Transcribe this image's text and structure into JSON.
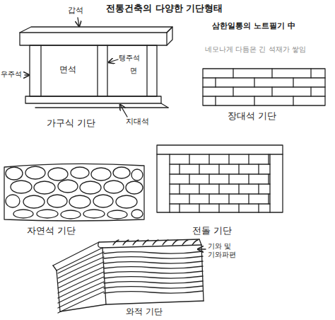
{
  "diagram": {
    "title": "전통건축의 다양한 기단형태",
    "labels": [
      "삼한일통의 노트필기 中",
      "갑석",
      "네모나게 다듬은 긴 석재가 쌓임",
      "우주석",
      "면석",
      "탱주석",
      "면",
      "지대석",
      "가구식 기단",
      "장대석 기단",
      "자연석 기단",
      "전돌 기단",
      "기와 및 기와파편",
      "와적 기단"
    ]
  }
}
